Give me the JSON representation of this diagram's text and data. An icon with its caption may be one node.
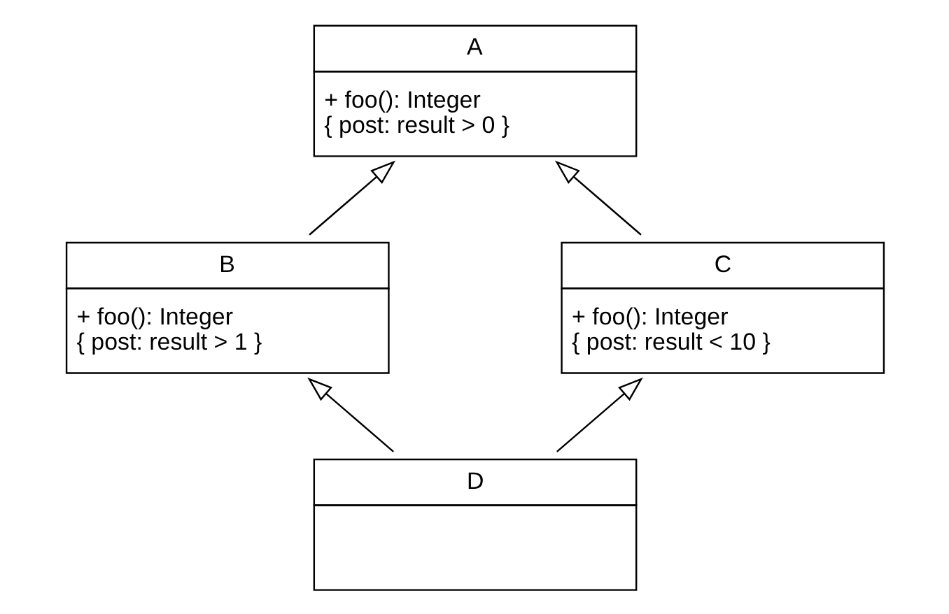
{
  "diagram": {
    "nodes": [
      {
        "text": [
          "A",
          "+ foo(): Integer",
          "{ post: result > 0 }"
        ]
      },
      {
        "text": [
          "B",
          "+ foo(): Integer",
          "{ post: result > 1 }"
        ]
      },
      {
        "text": [
          "C",
          "+ foo(): Integer",
          "{ post: result < 10 }"
        ]
      },
      {
        "text": [
          "D"
        ]
      }
    ],
    "edges": [
      {
        "from": 1,
        "to": 0,
        "arrow": "to"
      },
      {
        "from": 2,
        "to": 0,
        "arrow": "to"
      },
      {
        "from": 3,
        "to": 1,
        "arrow": "to"
      },
      {
        "from": 3,
        "to": 2,
        "arrow": "to"
      }
    ]
  }
}
